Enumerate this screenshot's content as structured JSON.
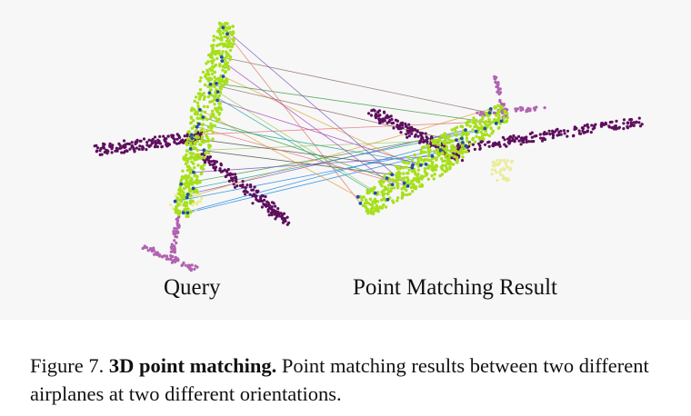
{
  "figure": {
    "labels": {
      "query": "Query",
      "result": "Point Matching Result"
    },
    "caption": {
      "number": "Figure 7.",
      "title": "3D point matching.",
      "text": "Point matching results between two different airplanes at two different orientations."
    }
  },
  "colors": {
    "panel_background": "#f7f7f7",
    "wing_points": "#5e0f5e",
    "fuselage_points": "#a6e01a",
    "tail_points": "#b163b0",
    "engine_points": "#ecec98",
    "keypoints": "#1f4fa8",
    "match_lines": [
      "#7e57c2",
      "#e6a23c",
      "#43a047",
      "#1e88e5",
      "#e57373",
      "#26a69a",
      "#9ccc65",
      "#8d6e63",
      "#555555",
      "#ab47bc"
    ]
  }
}
